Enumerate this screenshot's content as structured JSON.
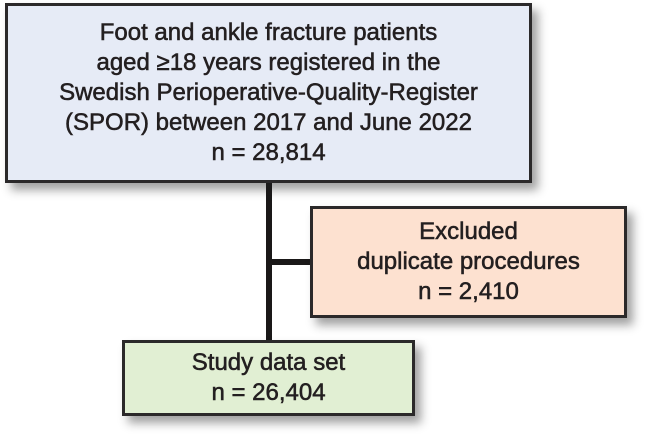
{
  "flowchart": {
    "type": "study-flow-diagram",
    "colors": {
      "background": "#ffffff",
      "border": "#2b292a",
      "connector": "#1a1818",
      "text": "#231f20"
    },
    "nodes": [
      {
        "id": "population",
        "fill": "#e6ebf6",
        "n": "28,814",
        "lines": [
          "Foot and ankle fracture patients",
          "aged ≥18 years registered in the",
          "Swedish Perioperative-Quality-Register",
          "(SPOR) between 2017 and June 2022",
          "n = 28,814"
        ]
      },
      {
        "id": "excluded",
        "fill": "#fde1d0",
        "n": "2,410",
        "lines": [
          "Excluded",
          "duplicate procedures",
          "n = 2,410"
        ]
      },
      {
        "id": "study-data-set",
        "fill": "#e1efd3",
        "n": "26,404",
        "lines": [
          "Study data set",
          "n = 26,404"
        ]
      }
    ]
  }
}
